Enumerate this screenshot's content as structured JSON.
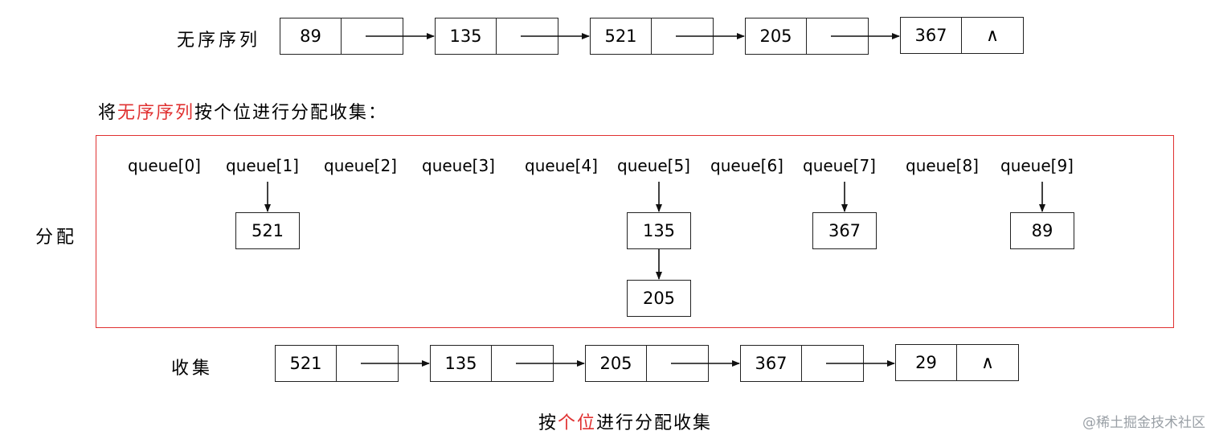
{
  "labels": {
    "unordered": "无序序列",
    "distribute": "分配",
    "collect": "收集"
  },
  "instruction": {
    "prefix": "将",
    "highlight": "无序序列",
    "suffix": "按个位进行分配收集："
  },
  "caption": {
    "prefix": "按",
    "highlight": "个位",
    "suffix": "进行分配收集"
  },
  "null_symbol": "∧",
  "unordered_list": [
    "89",
    "135",
    "521",
    "205",
    "367"
  ],
  "queues": [
    "queue[0]",
    "queue[1]",
    "queue[2]",
    "queue[3]",
    "queue[4]",
    "queue[5]",
    "queue[6]",
    "queue[7]",
    "queue[8]",
    "queue[9]"
  ],
  "buckets": {
    "q1": [
      "521"
    ],
    "q5": [
      "135",
      "205"
    ],
    "q7": [
      "367"
    ],
    "q9": [
      "89"
    ]
  },
  "collected_list": [
    "521",
    "135",
    "205",
    "367",
    "29"
  ],
  "watermark": "@稀土掘金技术社区",
  "colors": {
    "highlight": "#e03131",
    "border": "#222222"
  }
}
